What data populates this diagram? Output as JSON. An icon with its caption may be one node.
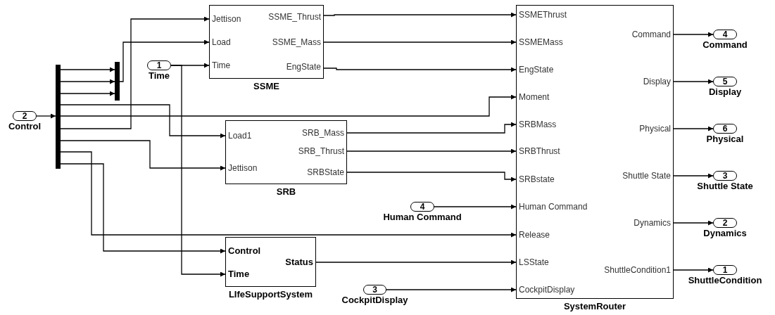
{
  "diagram": {
    "nodes": [
      {
        "text": [
          "2",
          "Control"
        ]
      },
      {
        "text": [],
        "shape": "bar"
      },
      {
        "text": [],
        "shape": "bar"
      },
      {
        "text": [
          "1",
          "Time"
        ]
      },
      {
        "text": [
          "Jettison",
          "Load",
          "Time",
          "SSME_Thrust",
          "SSME_Mass",
          "EngState",
          "SSME"
        ]
      },
      {
        "text": [
          "Load1",
          "Jettison",
          "SRB_Mass",
          "SRB_Thrust",
          "SRBState",
          "SRB"
        ]
      },
      {
        "text": [
          "4",
          "Human Command"
        ]
      },
      {
        "text": [
          "Control",
          "Time",
          "Status",
          "LIfeSupportSystem"
        ]
      },
      {
        "text": [
          "3",
          "CockpitDisplay"
        ]
      },
      {
        "text": [
          "SSMEThrust",
          "SSMEMass",
          "EngState",
          "Moment",
          "SRBMass",
          "SRBThrust",
          "SRBstate",
          "Human Command",
          "Release",
          "LSState",
          "CockpitDisplay",
          "Command",
          "Display",
          "Physical",
          "Shuttle State",
          "Dynamics",
          "ShuttleCondition1",
          "SystemRouter"
        ]
      },
      {
        "text": [
          "4",
          "Command"
        ]
      },
      {
        "text": [
          "5",
          "Display"
        ]
      },
      {
        "text": [
          "6",
          "Physical"
        ]
      },
      {
        "text": [
          "3",
          "Shuttle State"
        ]
      },
      {
        "text": [
          "2",
          "Dynamics"
        ]
      },
      {
        "text": [
          "1",
          "ShuttleCondition"
        ]
      }
    ],
    "edges": [
      {
        "from": 0,
        "to": 1,
        "arrow": "to"
      },
      {
        "from": 1,
        "to": 2,
        "arrow": "to"
      },
      {
        "from": 1,
        "to": 2,
        "arrow": "to"
      },
      {
        "from": 1,
        "to": 2,
        "arrow": "to"
      },
      {
        "from": 2,
        "to": 4,
        "arrow": "to"
      },
      {
        "from": 1,
        "to": 4,
        "arrow": "to"
      },
      {
        "from": 3,
        "to": 4,
        "arrow": "to"
      },
      {
        "from": 1,
        "to": 5,
        "arrow": "to"
      },
      {
        "from": 1,
        "to": 9,
        "arrow": "to"
      },
      {
        "from": 1,
        "to": 5,
        "arrow": "to"
      },
      {
        "from": 1,
        "to": 9,
        "arrow": "to"
      },
      {
        "from": 1,
        "to": 7,
        "arrow": "to"
      },
      {
        "from": 3,
        "to": 7,
        "arrow": "to"
      },
      {
        "from": 4,
        "to": 9,
        "arrow": "to"
      },
      {
        "from": 4,
        "to": 9,
        "arrow": "to"
      },
      {
        "from": 4,
        "to": 9,
        "arrow": "to"
      },
      {
        "from": 5,
        "to": 9,
        "arrow": "to"
      },
      {
        "from": 5,
        "to": 9,
        "arrow": "to"
      },
      {
        "from": 5,
        "to": 9,
        "arrow": "to"
      },
      {
        "from": 6,
        "to": 9,
        "arrow": "to"
      },
      {
        "from": 7,
        "to": 9,
        "arrow": "to"
      },
      {
        "from": 8,
        "to": 9,
        "arrow": "to"
      },
      {
        "from": 9,
        "to": 10,
        "arrow": "to"
      },
      {
        "from": 9,
        "to": 11,
        "arrow": "to"
      },
      {
        "from": 9,
        "to": 12,
        "arrow": "to"
      },
      {
        "from": 9,
        "to": 13,
        "arrow": "to"
      },
      {
        "from": 9,
        "to": 14,
        "arrow": "to"
      },
      {
        "from": 9,
        "to": 15,
        "arrow": "to"
      }
    ]
  }
}
